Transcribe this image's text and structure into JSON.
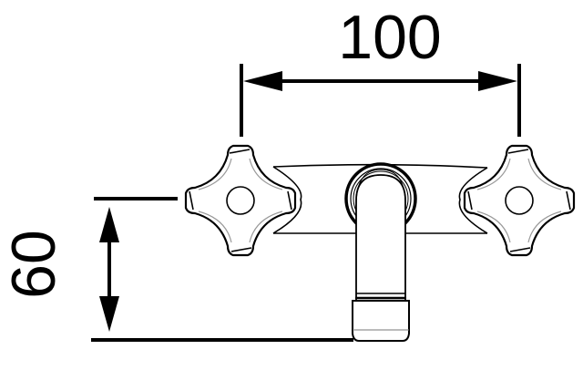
{
  "drawing": {
    "subject": "two-handle wall-mount faucet, front view",
    "stroke_color": "#000000",
    "background": "#ffffff"
  },
  "dimensions": {
    "width": {
      "label": "100",
      "orientation": "horizontal",
      "between": "handle centers"
    },
    "height": {
      "label": "60",
      "orientation": "vertical",
      "between": "handle centerline and spout bottom"
    }
  },
  "parts": {
    "left_handle": "cross-handle-left",
    "right_handle": "cross-handle-right",
    "body": "horizontal body bar",
    "spout": "spout with aerator"
  }
}
